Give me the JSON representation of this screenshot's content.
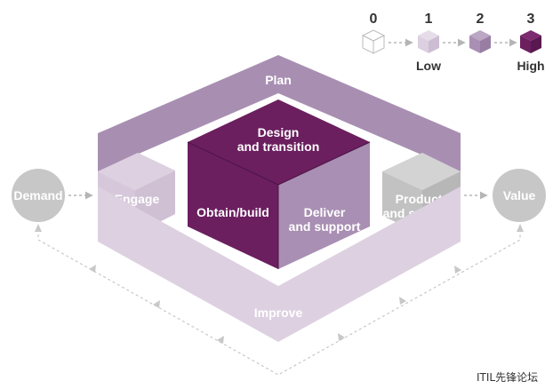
{
  "scale": {
    "levels": [
      {
        "num": "0",
        "label": "",
        "color": "#ffffff"
      },
      {
        "num": "1",
        "label": "Low",
        "color": "#dccfe0"
      },
      {
        "num": "2",
        "label": "",
        "color": "#a98fb3"
      },
      {
        "num": "3",
        "label": "High",
        "color": "#6b1f5f"
      }
    ]
  },
  "nodes": {
    "demand": "Demand",
    "value": "Value",
    "plan": "Plan",
    "improve": "Improve",
    "engage": "Engage",
    "design_line1": "Design",
    "design_line2": "and transition",
    "obtain_build": "Obtain/build",
    "deliver_line1": "Deliver",
    "deliver_line2": "and support",
    "products_line1": "Products",
    "products_line2": "and services"
  },
  "colors": {
    "level0": "#ffffff",
    "level1": "#dccfe0",
    "level2": "#a98fb3",
    "level3": "#6b1f5f",
    "grey": "#c7c7c7",
    "arrow": "#b5b5b5"
  },
  "watermark": "ITIL先锋论坛"
}
